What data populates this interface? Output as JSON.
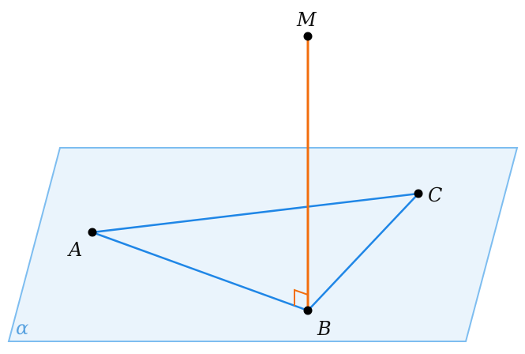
{
  "diagram": {
    "plane": {
      "label": "α",
      "fill_color": "#eaf4fc",
      "edge_color": "#7dbdf0",
      "label_color": "#5aa3e0"
    },
    "points": {
      "A": "A",
      "B": "B",
      "C": "C",
      "M": "M"
    },
    "colors": {
      "triangle": "#1f86e6",
      "perpendicular": "#f26d0c",
      "point": "#000000"
    },
    "segments": [
      "AB",
      "BC",
      "CA",
      "MB"
    ],
    "right_angle_at": "B"
  }
}
